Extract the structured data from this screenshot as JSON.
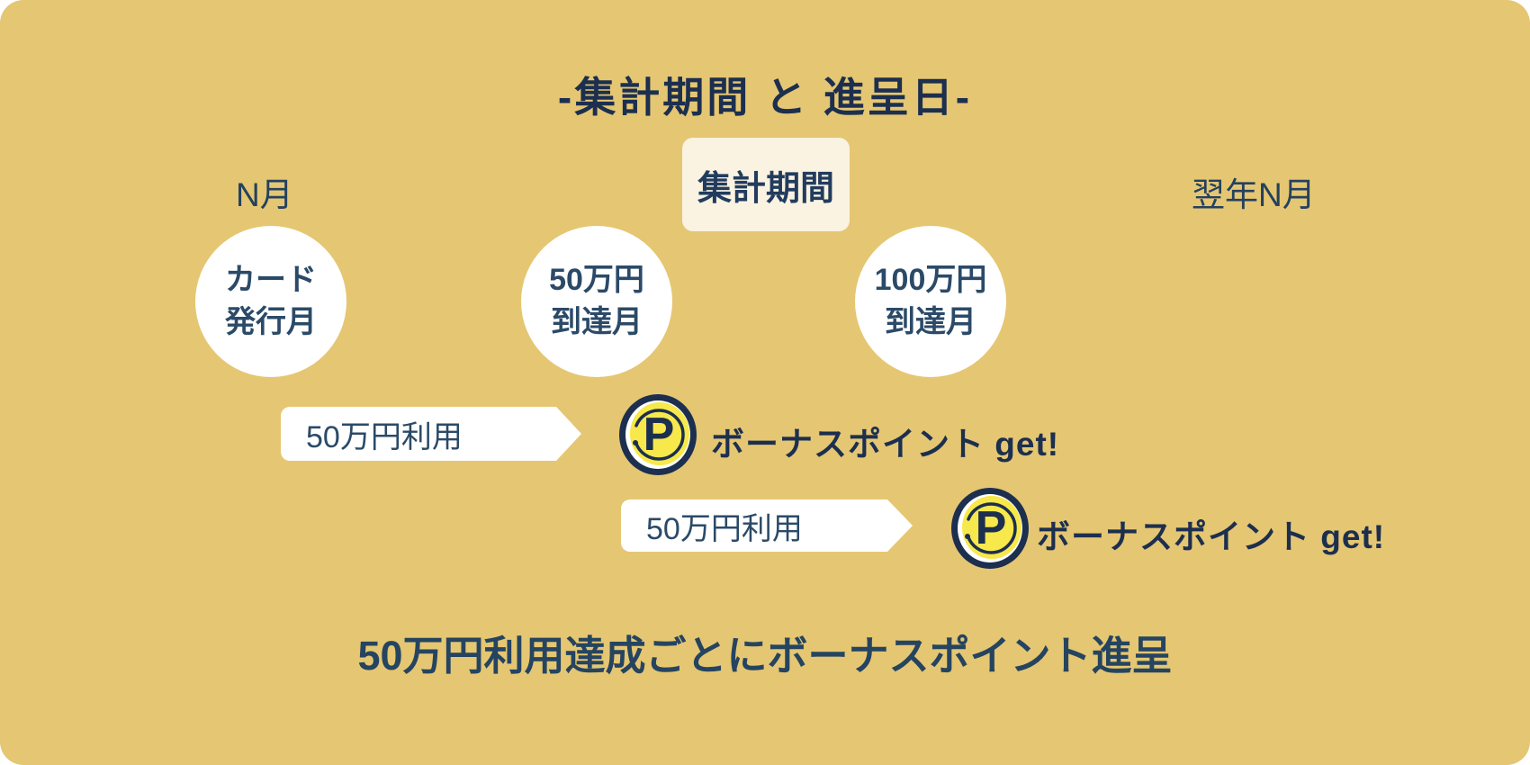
{
  "colors": {
    "background": "#e5c672",
    "navy_dark": "#1c2f4f",
    "navy": "#2b4a68",
    "cream_box": "#faf3e1",
    "coin_yellow": "#f7e84b",
    "white": "#ffffff"
  },
  "title": "-集計期間 と 進呈日-",
  "timeline": {
    "start_label": "N月",
    "period_label": "集計期間",
    "end_label": "翌年N月",
    "milestones": [
      {
        "line1": "カード",
        "line2": "発行月"
      },
      {
        "line1": "50万円",
        "line2": "到達月"
      },
      {
        "line1": "100万円",
        "line2": "到達月"
      }
    ]
  },
  "bonus_rows": [
    {
      "banner_label": "50万円利用",
      "coin_letter": "P",
      "result_label": "ボーナスポイント get!"
    },
    {
      "banner_label": "50万円利用",
      "coin_letter": "P",
      "result_label": "ボーナスポイント get!"
    }
  ],
  "footer": "50万円利用達成ごとにボーナスポイント進呈"
}
